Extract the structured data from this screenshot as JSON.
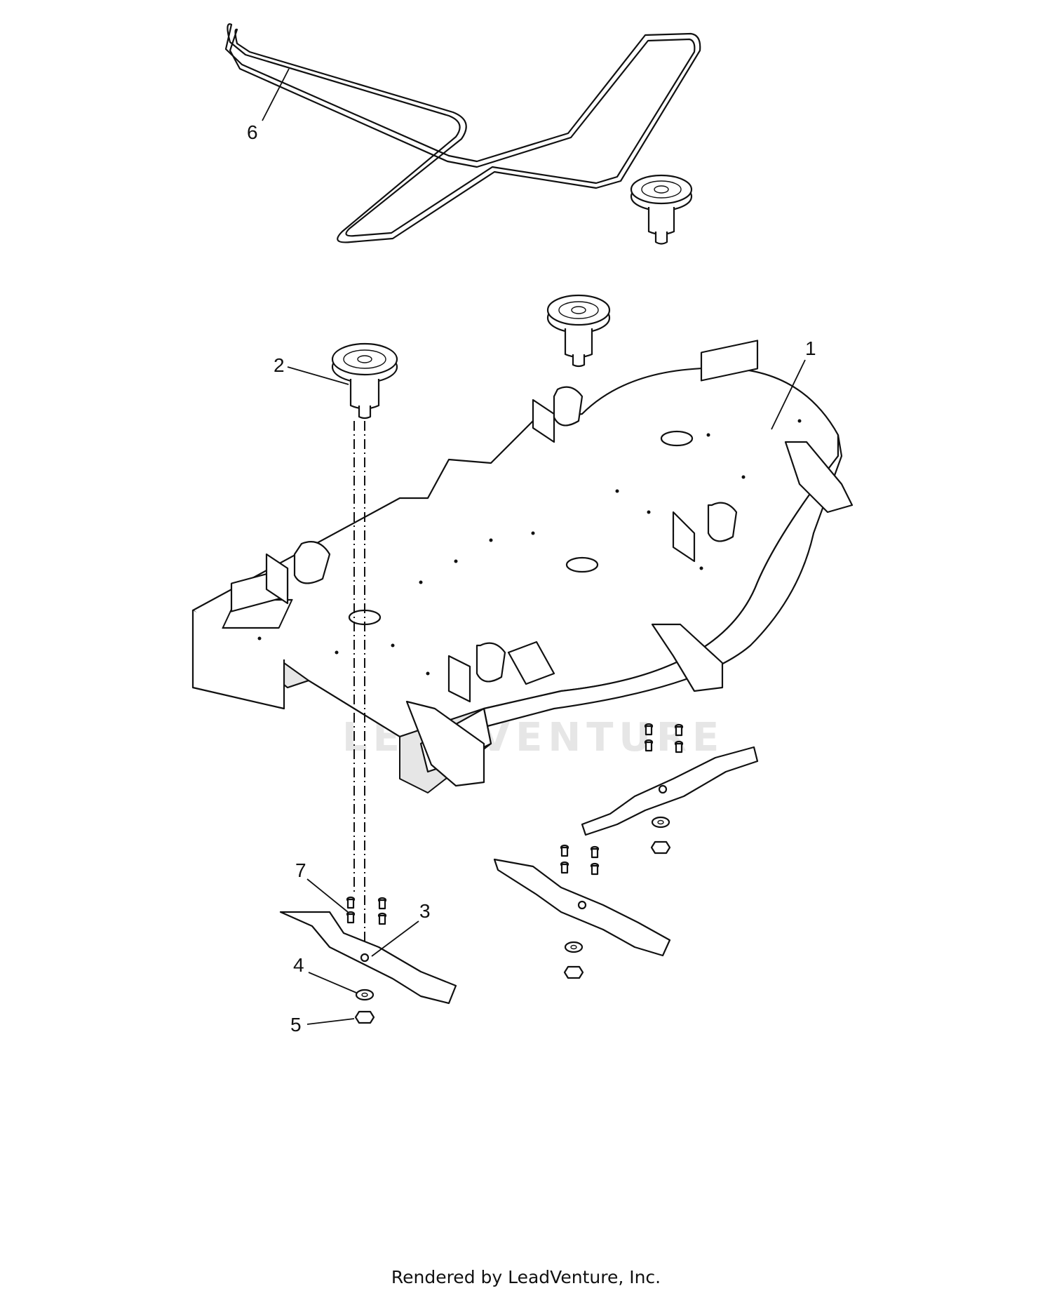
{
  "diagram": {
    "callouts": [
      {
        "label": "1"
      },
      {
        "label": "2"
      },
      {
        "label": "3"
      },
      {
        "label": "4"
      },
      {
        "label": "5"
      },
      {
        "label": "6"
      },
      {
        "label": "7"
      }
    ],
    "watermark": "LEADVENTURE",
    "footer": "Rendered by LeadVenture, Inc."
  }
}
